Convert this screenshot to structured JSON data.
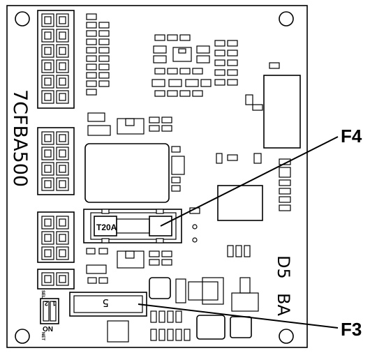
{
  "board": {
    "part_number": "7CFBA500",
    "ref_d5": "D5",
    "ref_ba": "BA",
    "fuse_f4_marking": "T20A",
    "fuse_f3_marking": "5",
    "dip_on": "ON",
    "dip_1": "1",
    "dip_2": "2",
    "dip_label_top": "SEL",
    "dip_label_bottom": "NET"
  },
  "callouts": {
    "f4": "F4",
    "f3": "F3"
  }
}
